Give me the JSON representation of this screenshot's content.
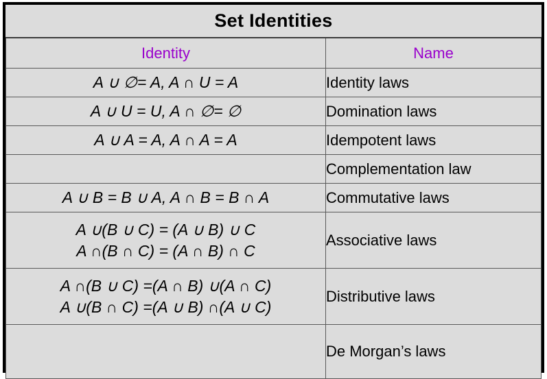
{
  "table": {
    "title": "Set Identities",
    "columns": [
      {
        "key": "identity",
        "label": "Identity",
        "color": "#9900cc",
        "align": "center"
      },
      {
        "key": "name",
        "label": "Name",
        "color": "#9900cc",
        "align": "center"
      }
    ],
    "header_color": "#9900cc",
    "title_color": "#000000",
    "background_color": "#dcdcdc",
    "border_color": "#000000",
    "grid_color": "#595959",
    "rows": [
      {
        "identity": "A ∪ ∅= A, A ∩ U  = A",
        "name": "Identity laws"
      },
      {
        "identity": "A ∪ U = U,  A ∩ ∅= ∅",
        "name": "Domination laws"
      },
      {
        "identity": "A ∪ A = A,  A ∩ A = A",
        "name": "Idempotent laws"
      },
      {
        "identity": "",
        "name": "Complementation law"
      },
      {
        "identity": "A ∪ B = B ∪ A, A ∩ B = B ∩ A",
        "name": "Commutative laws"
      },
      {
        "identity": "A ∪(B ∪ C) = (A ∪ B) ∪ C\nA ∩(B ∩ C) = (A ∩ B) ∩ C",
        "name": "Associative laws"
      },
      {
        "identity": "A ∩(B ∪ C) =(A ∩ B) ∪(A ∩ C)\nA ∪(B ∩ C) =(A ∪ B) ∩(A ∪ C)",
        "name": "Distributive laws"
      },
      {
        "identity": "",
        "name": "De Morgan’s laws"
      }
    ]
  }
}
